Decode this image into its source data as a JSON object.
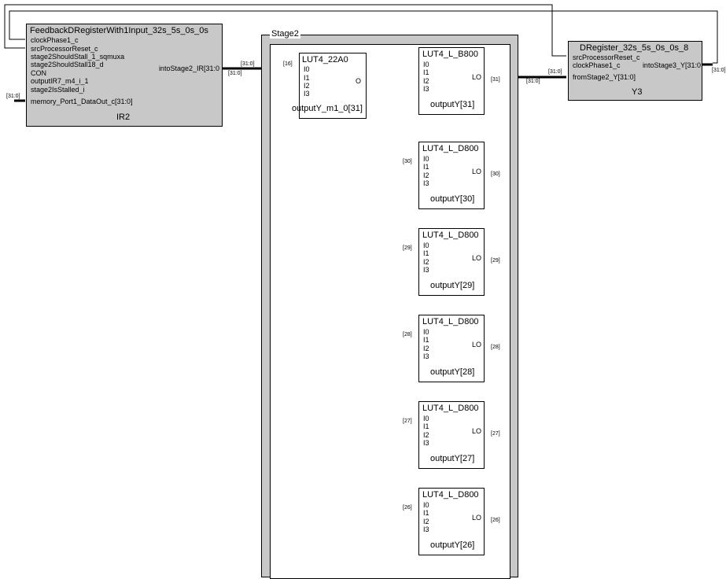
{
  "ir2": {
    "title": "FeedbackDRegisterWith1Input_32s_5s_0s_0s",
    "inputs": [
      "clockPhase1_c",
      "srcProcessorReset_c",
      "stage2ShouldStall_1_sqmuxa",
      "stage2ShouldStall18_d",
      "CON",
      "outputIR7_m4_i_1",
      "stage2IsStalled_i",
      "memory_Port1_DataOut_c[31:0]"
    ],
    "output": "intoStage2_IR[31:0",
    "name": "IR2",
    "bus_in_label": "[31:0]"
  },
  "stage2": {
    "title": "Stage2"
  },
  "lut_main": {
    "title": "LUT4_22A0",
    "inputs": [
      "I0",
      "I1",
      "I2",
      "I3"
    ],
    "output": "O",
    "name": "outputY_m1_0[31]",
    "bit_label": "[16]"
  },
  "luts": [
    {
      "title": "LUT4_L_B800",
      "inputs": [
        "I0",
        "I1",
        "I2",
        "I3"
      ],
      "output": "LO",
      "name": "outputY[31]",
      "bit_label": "[31]",
      "in_label": ""
    },
    {
      "title": "LUT4_L_D800",
      "inputs": [
        "I0",
        "I1",
        "I2",
        "I3"
      ],
      "output": "LO",
      "name": "outputY[30]",
      "bit_label": "[30]",
      "in_label": "[30]"
    },
    {
      "title": "LUT4_L_D800",
      "inputs": [
        "I0",
        "I1",
        "I2",
        "I3"
      ],
      "output": "LO",
      "name": "outputY[29]",
      "bit_label": "[29]",
      "in_label": "[29]"
    },
    {
      "title": "LUT4_L_D800",
      "inputs": [
        "I0",
        "I1",
        "I2",
        "I3"
      ],
      "output": "LO",
      "name": "outputY[28]",
      "bit_label": "[28]",
      "in_label": "[28]"
    },
    {
      "title": "LUT4_L_D800",
      "inputs": [
        "I0",
        "I1",
        "I2",
        "I3"
      ],
      "output": "LO",
      "name": "outputY[27]",
      "bit_label": "[27]",
      "in_label": "[27]"
    },
    {
      "title": "LUT4_L_D800",
      "inputs": [
        "I0",
        "I1",
        "I2",
        "I3"
      ],
      "output": "LO",
      "name": "outputY[26]",
      "bit_label": "[26]",
      "in_label": "[26]"
    }
  ],
  "y3": {
    "title": "DRegister_32s_5s_0s_0s_8",
    "inputs": [
      "srcProcessorReset_c",
      "clockPhase1_c",
      "fromStage2_Y[31:0]"
    ],
    "output": "intoStage3_Y[31:0",
    "name": "Y3",
    "bus_in_label": "[31:0]",
    "bus_out_label": "[31:0]"
  },
  "bus_labels": {
    "ir2_out_top": "[31:0]",
    "ir2_out_bottom": "[31:0]",
    "stage2_out": "[31:0]"
  }
}
